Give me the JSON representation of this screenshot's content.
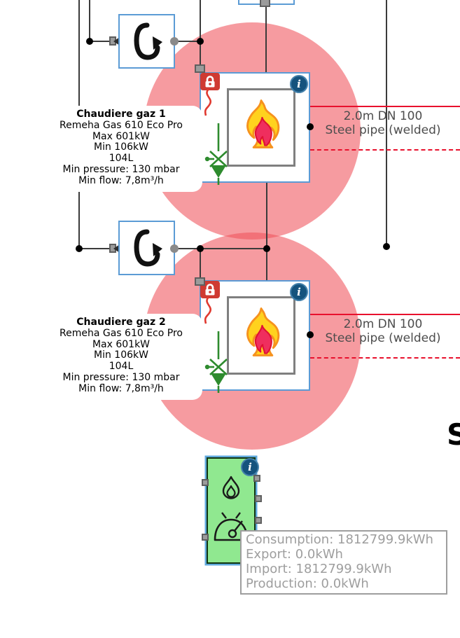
{
  "diagram": {
    "boilers": [
      {
        "label_lines": [
          "Chaudiere gaz 1",
          "Remeha Gas 610 Eco Pro",
          "Max 601kW",
          "Min 106kW",
          "104L",
          "Min pressure: 130 mbar",
          "Min flow: 7,8m³/h"
        ],
        "pipe_label": [
          "2.0m DN 100",
          "Steel pipe (welded)"
        ]
      },
      {
        "label_lines": [
          "Chaudiere gaz 2",
          "Remeha Gas 610 Eco Pro",
          "Max 601kW",
          "Min 106kW",
          "104L",
          "Min pressure: 130 mbar",
          "Min flow: 7,8m³/h"
        ],
        "pipe_label": [
          "2.0m DN 100",
          "Steel pipe (welded)"
        ]
      }
    ],
    "gas_meter": {
      "tooltip": [
        "Consumption: 1812799.9kWh",
        "Export: 0.0kWh",
        "Import: 1812799.9kWh",
        "Production: 0.0kWh"
      ]
    },
    "cutoff_heading": "S",
    "icons": {
      "info_glyph": "i"
    },
    "colors": {
      "component_border_blue": "#5b9bd5",
      "highlight_red": "#f0525c",
      "pipe_red": "#e8112d",
      "meter_green": "#90e890",
      "info_blue": "#15537d",
      "lock_red": "#cf3a32",
      "valve_green": "#2e8b2e",
      "line_dark": "#3b3b3b"
    }
  }
}
